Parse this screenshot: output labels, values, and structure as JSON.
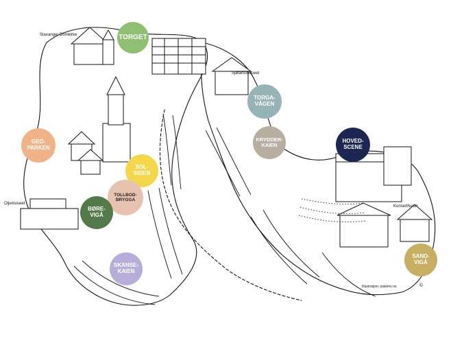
{
  "map": {
    "zones": [
      {
        "id": "torget",
        "text": "TORGET",
        "color": "#8fbf73",
        "fg": "#ffffff"
      },
      {
        "id": "torgavagen",
        "text": "TORGA-\nVÅGEN",
        "color": "#96b4b8",
        "fg": "#ffffff"
      },
      {
        "id": "kryddeikaien",
        "text": "KRYDDER-\nKAIEN",
        "color": "#b7ada1",
        "fg": "#ffffff"
      },
      {
        "id": "hovedscene",
        "text": "HOVED-\nSCENE",
        "color": "#1e2752",
        "fg": "#ffffff"
      },
      {
        "id": "geoparken",
        "text": "GEO-\nPARKEN",
        "color": "#f0b287",
        "fg": "#ffffff"
      },
      {
        "id": "solsiden",
        "text": "SOL-\nSIDEN",
        "color": "#f3d64a",
        "fg": "#ffffff"
      },
      {
        "id": "tollbodbrygga",
        "text": "TOLLBOD-\nBRYGGA",
        "color": "#e8c2b0",
        "fg": "#222222"
      },
      {
        "id": "borevaga",
        "text": "BØRE-\nVIGÅ",
        "color": "#557a4a",
        "fg": "#ffffff"
      },
      {
        "id": "skansekaien",
        "text": "SKANSE-\nKAIEN",
        "color": "#b6aed8",
        "fg": "#ffffff"
      },
      {
        "id": "sandviga",
        "text": "SAND-\nVIGÅ",
        "color": "#c8ae62",
        "fg": "#ffffff"
      }
    ],
    "places": {
      "domkirke": "Stavanger Domkirke",
      "sjofartsmuseet": "Sjøfartsmuseet",
      "oljemuseet": "Oljemuseet",
      "konserthuset": "Konserthuset",
      "credit": "Illustrasjon: joakims.no"
    }
  }
}
